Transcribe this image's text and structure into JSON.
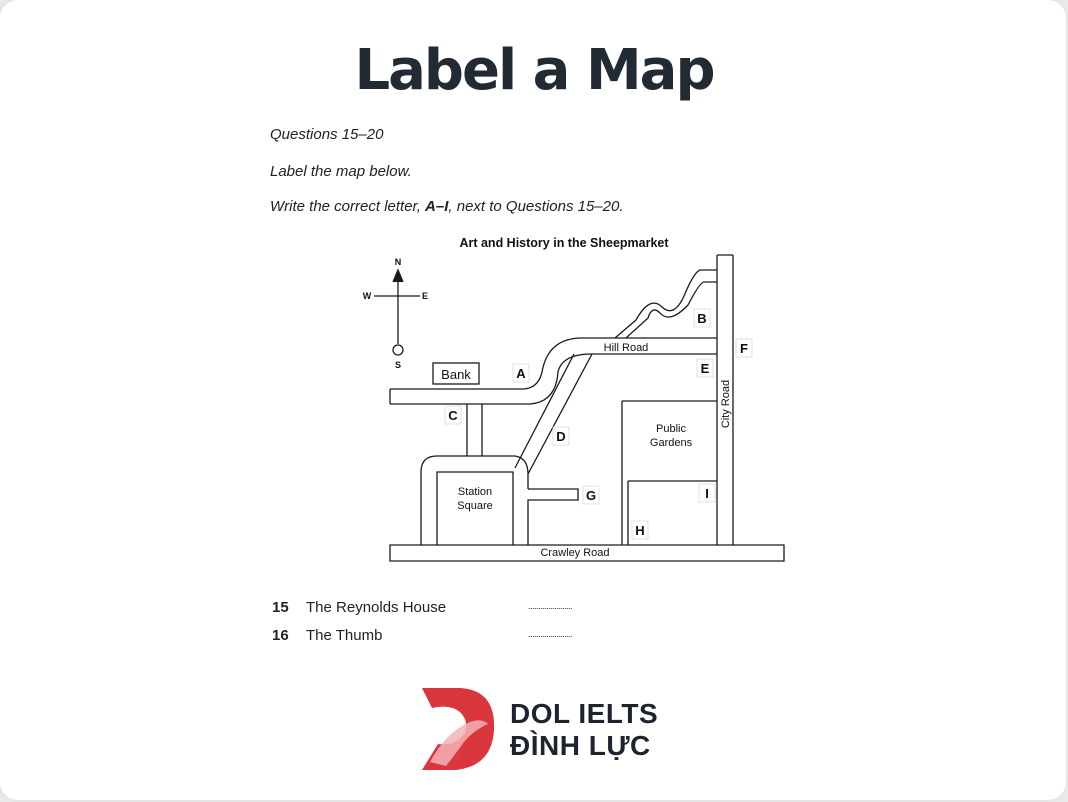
{
  "page": {
    "title": "Label a Map"
  },
  "questions": {
    "heading": "Questions 15–20",
    "instruction1": "Label the map below.",
    "instruction2_pre": "Write the correct letter, ",
    "instruction2_bold": "A–I",
    "instruction2_post": ", next to Questions 15–20."
  },
  "map": {
    "title": "Art and History in the Sheepmarket",
    "compass": {
      "n": "N",
      "s": "S",
      "e": "E",
      "w": "W"
    },
    "places": {
      "bank": "Bank",
      "station_square_1": "Station",
      "station_square_2": "Square",
      "public_gardens_1": "Public",
      "public_gardens_2": "Gardens"
    },
    "roads": {
      "hill": "Hill Road",
      "city": "City Road",
      "crawley": "Crawley Road"
    },
    "letters": {
      "A": "A",
      "B": "B",
      "C": "C",
      "D": "D",
      "E": "E",
      "F": "F",
      "G": "G",
      "H": "H",
      "I": "I"
    }
  },
  "answers": [
    {
      "num": "15",
      "name": "The Reynolds House",
      "blank": "......................"
    },
    {
      "num": "16",
      "name": "The Thumb",
      "blank": "......................"
    }
  ],
  "brand": {
    "line1": "DOL IELTS",
    "line2": "ĐÌNH LỰC",
    "accent": "#d9363e"
  }
}
